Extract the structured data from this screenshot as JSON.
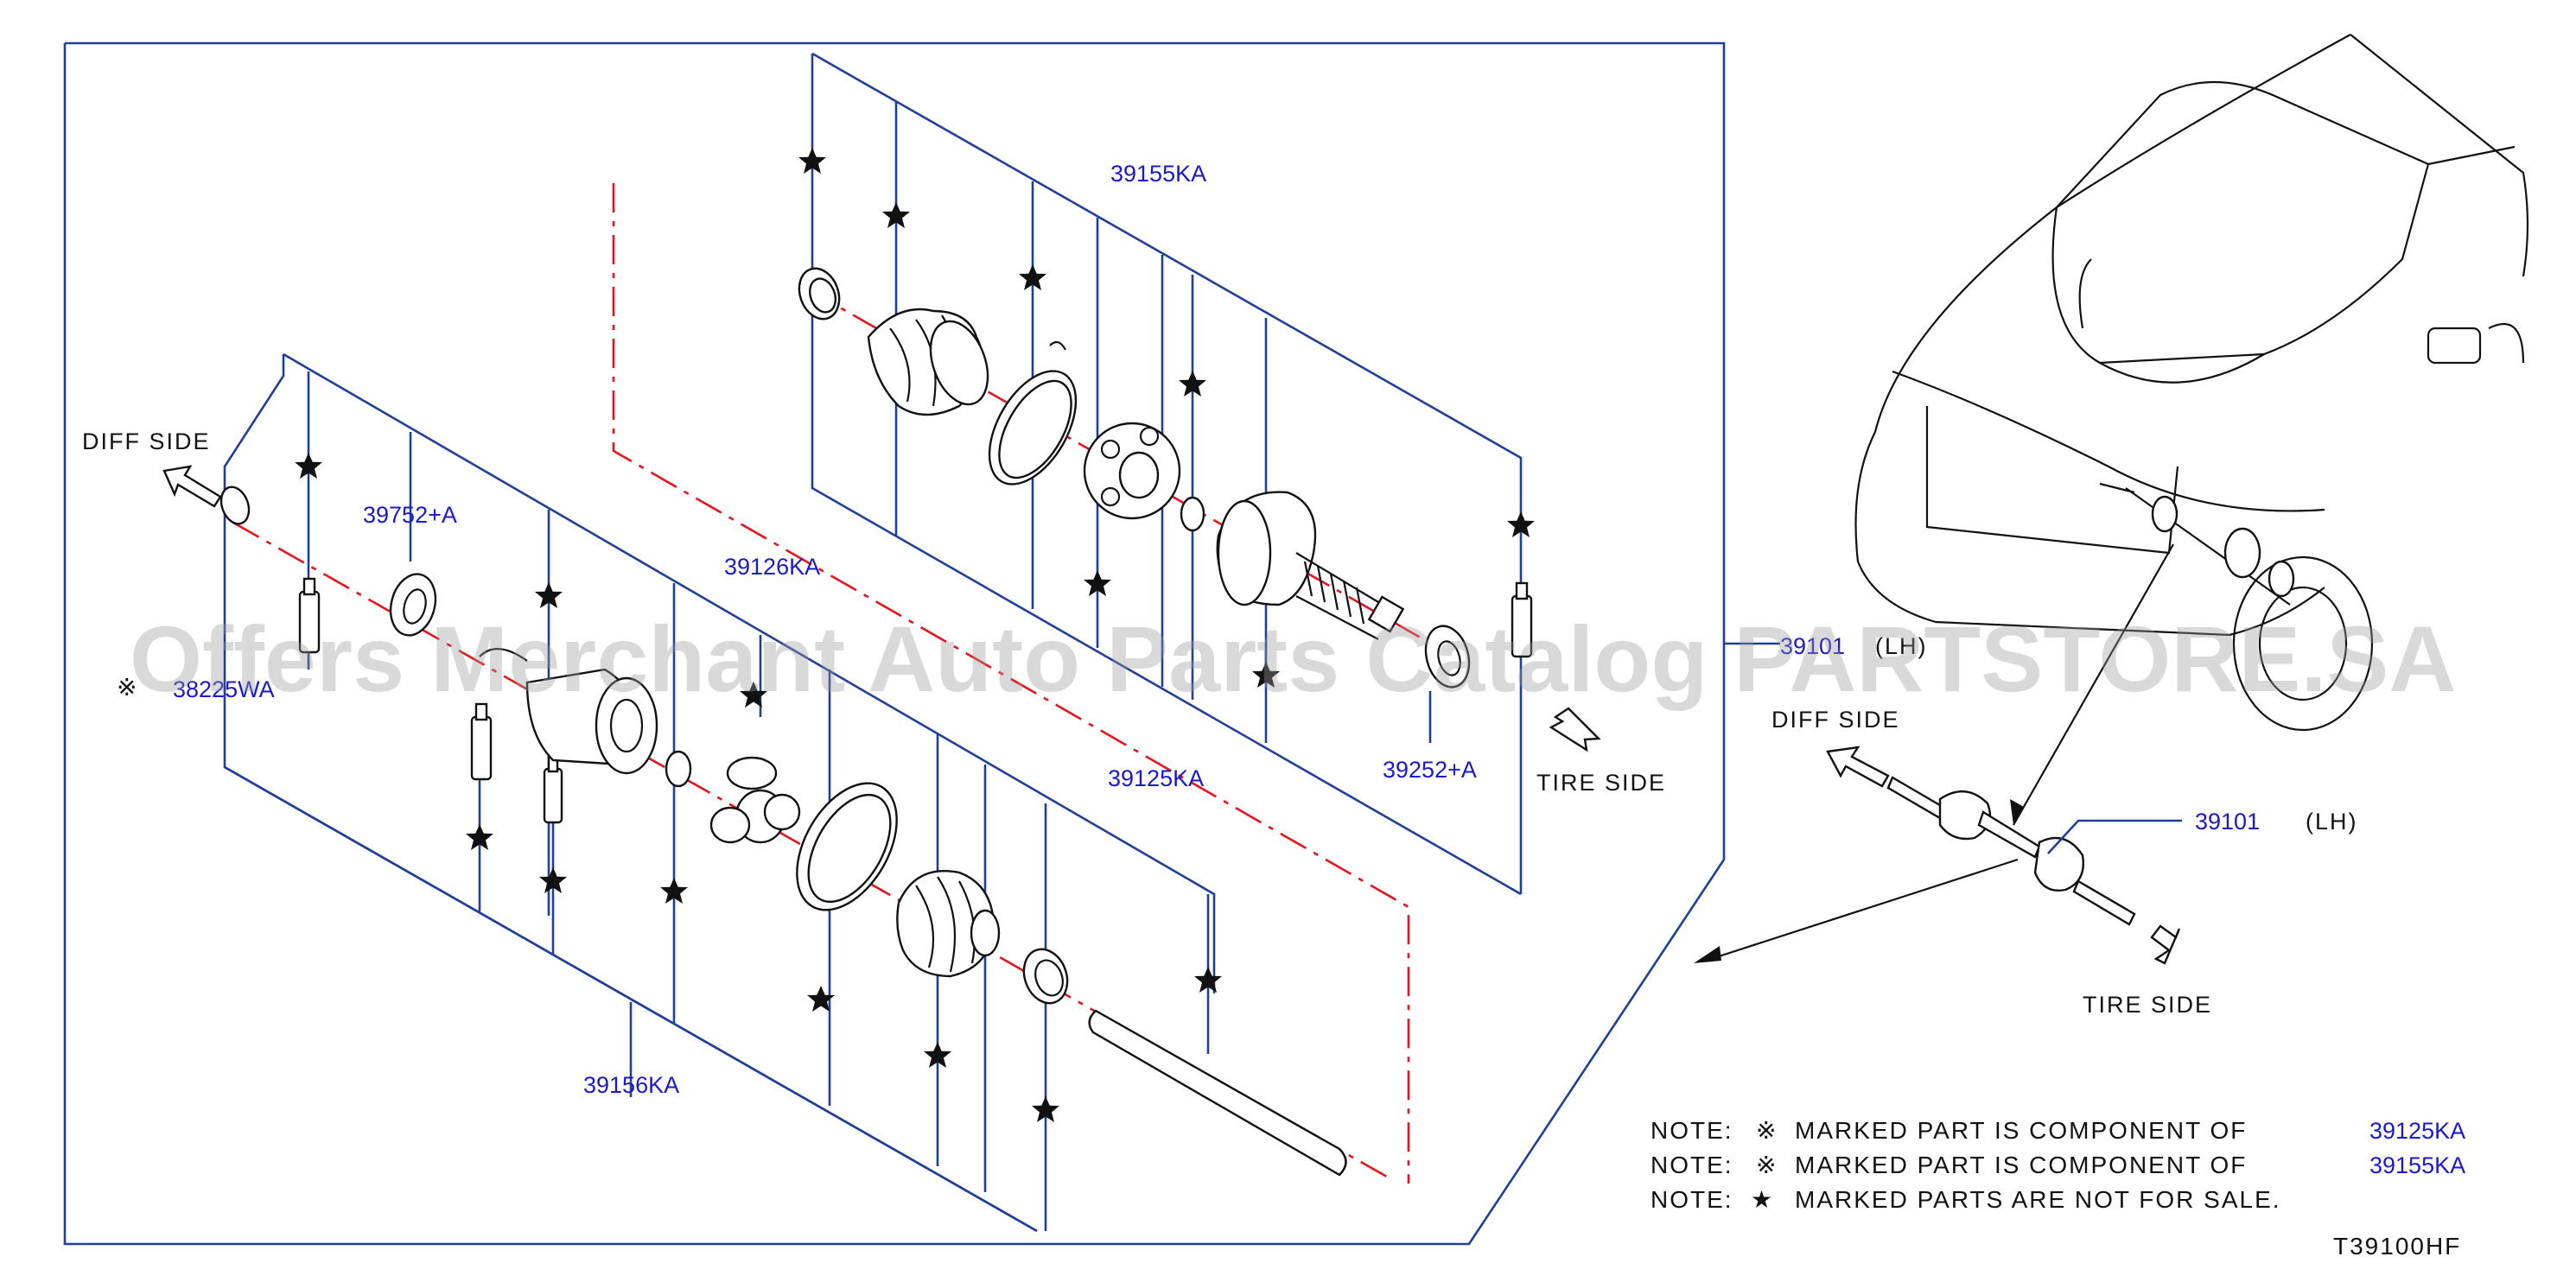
{
  "labels": {
    "diff_side_top": "DIFF SIDE",
    "tire_side_top": "TIRE SIDE",
    "diff_side_right": "DIFF SIDE",
    "tire_side_right": "TIRE SIDE",
    "p39155KA": "39155KA",
    "p39752A": "39752+A",
    "p39126KA": "39126KA",
    "p38225WA": "38225WA",
    "p39125KA": "39125KA",
    "p39252A": "39252+A",
    "p39156KA": "39156KA",
    "p39101_side": "39101",
    "p39101_side_lh": "(LH)",
    "p39101_main": "39101",
    "p39101_main_lh": "(LH)",
    "mark_symbol": "※"
  },
  "notes": [
    {
      "prefix": "NOTE:",
      "symbol": "※",
      "text": "MARKED PART IS COMPONENT OF",
      "part": "39125KA"
    },
    {
      "prefix": "NOTE:",
      "symbol": "※",
      "text": "MARKED PART IS COMPONENT OF",
      "part": "39155KA"
    },
    {
      "prefix": "NOTE:",
      "symbol": "★",
      "text": "MARKED PARTS ARE NOT FOR SALE.",
      "part": ""
    }
  ],
  "diagram_code": "T39100HF",
  "watermark": "Offers Merchant Auto Parts Catalog PARTSTORE.SA",
  "colors": {
    "part_number": "#1a1acc",
    "leader": "#1f3f99",
    "centerline": "#e8141c"
  }
}
